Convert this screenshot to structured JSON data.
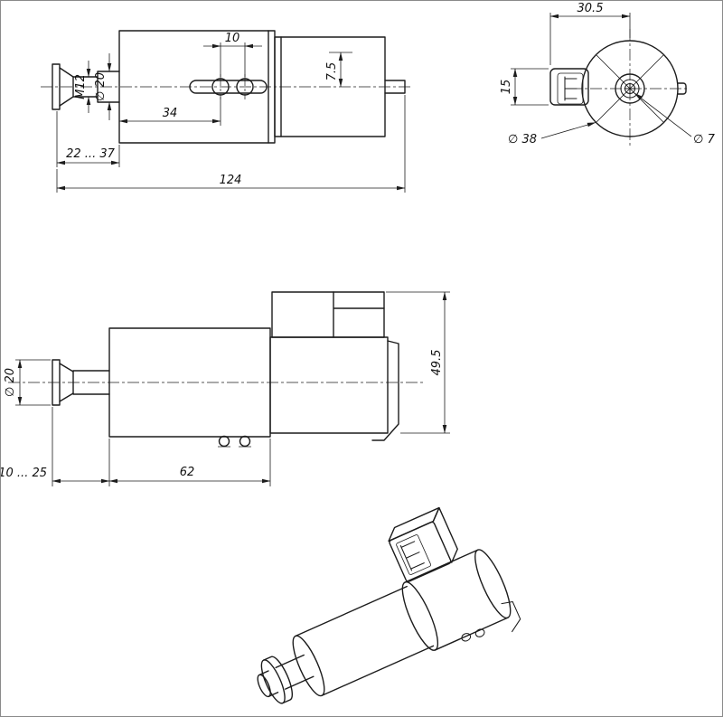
{
  "document": {
    "type": "technical-drawing",
    "subject": "solenoid-actuator"
  },
  "colors": {
    "line": "#1c1c1c",
    "background": "#ffffff",
    "frame": "#8a8a8a"
  },
  "views": {
    "side_extended": {
      "dims": {
        "hole_spacing": "10",
        "slot_offset": "7.5",
        "hole_position": "34",
        "thread": "M12",
        "plunger_dia": "∅ 20",
        "stroke_range": "22 ... 37",
        "overall_length": "124"
      }
    },
    "front": {
      "dims": {
        "connector_offset": "30.5",
        "connector_height": "15",
        "body_dia": "∅ 38",
        "hole_dia": "∅ 7"
      }
    },
    "side_retracted": {
      "dims": {
        "plunger_dia": "∅ 20",
        "overall_height": "49.5",
        "stroke_range": "10 ... 25",
        "body_length": "62"
      }
    }
  }
}
